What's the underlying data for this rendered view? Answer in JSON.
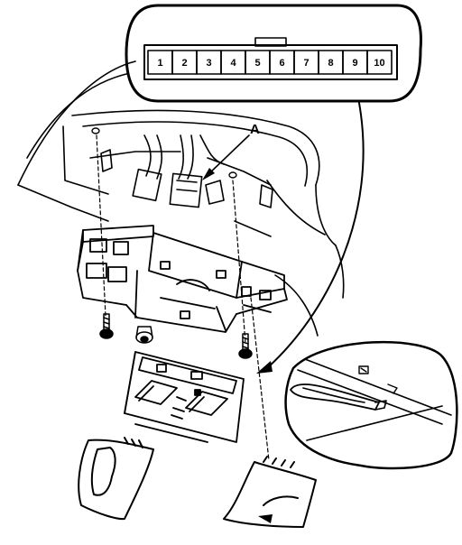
{
  "connector": {
    "pins": [
      "1",
      "2",
      "3",
      "4",
      "5",
      "6",
      "7",
      "8",
      "9",
      "10"
    ]
  },
  "callout_label": "A"
}
